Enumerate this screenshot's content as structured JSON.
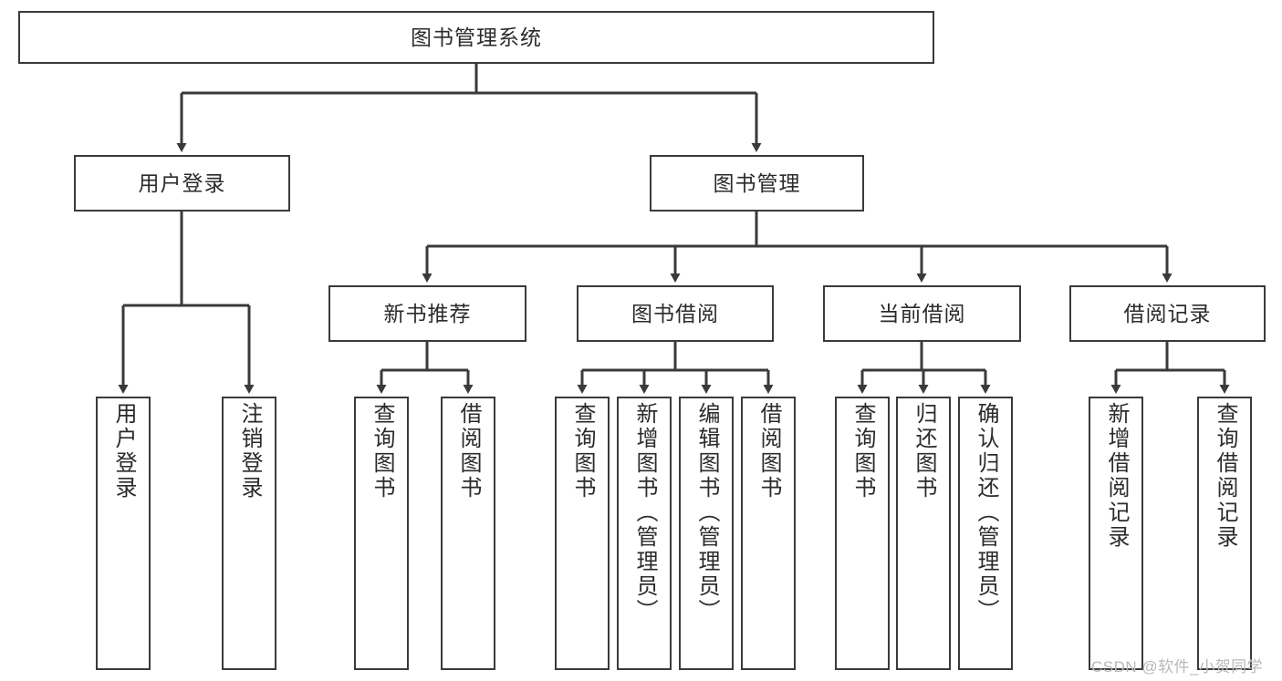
{
  "diagram": {
    "title": "图书管理系统",
    "type": "hierarchy-tree",
    "colors": {
      "box_border": "#3a3a3a",
      "box_fill": "#ffffff",
      "connector": "#3a3a3a",
      "text": "#2b2b2b",
      "watermark": "#b9b9b9",
      "background": "#ffffff"
    },
    "root": {
      "label": "图书管理系统"
    },
    "level2": [
      {
        "label": "用户登录"
      },
      {
        "label": "图书管理"
      }
    ],
    "level3": [
      {
        "label": "新书推荐"
      },
      {
        "label": "图书借阅"
      },
      {
        "label": "当前借阅"
      },
      {
        "label": "借阅记录"
      }
    ],
    "leaves": {
      "user_login": [
        {
          "label": "用户登录"
        },
        {
          "label": "注销登录"
        }
      ],
      "new_book_recommend": [
        {
          "label": "查询图书"
        },
        {
          "label": "借阅图书"
        }
      ],
      "book_borrow": [
        {
          "label": "查询图书"
        },
        {
          "label": "新增图书（管理员）"
        },
        {
          "label": "编辑图书（管理员）"
        },
        {
          "label": "借阅图书"
        }
      ],
      "current_borrow": [
        {
          "label": "查询图书"
        },
        {
          "label": "归还图书"
        },
        {
          "label": "确认归还（管理员）"
        }
      ],
      "borrow_record": [
        {
          "label": "新增借阅记录"
        },
        {
          "label": "查询借阅记录"
        }
      ]
    }
  },
  "watermark": {
    "text": "CSDN @软件_小贺同学"
  }
}
